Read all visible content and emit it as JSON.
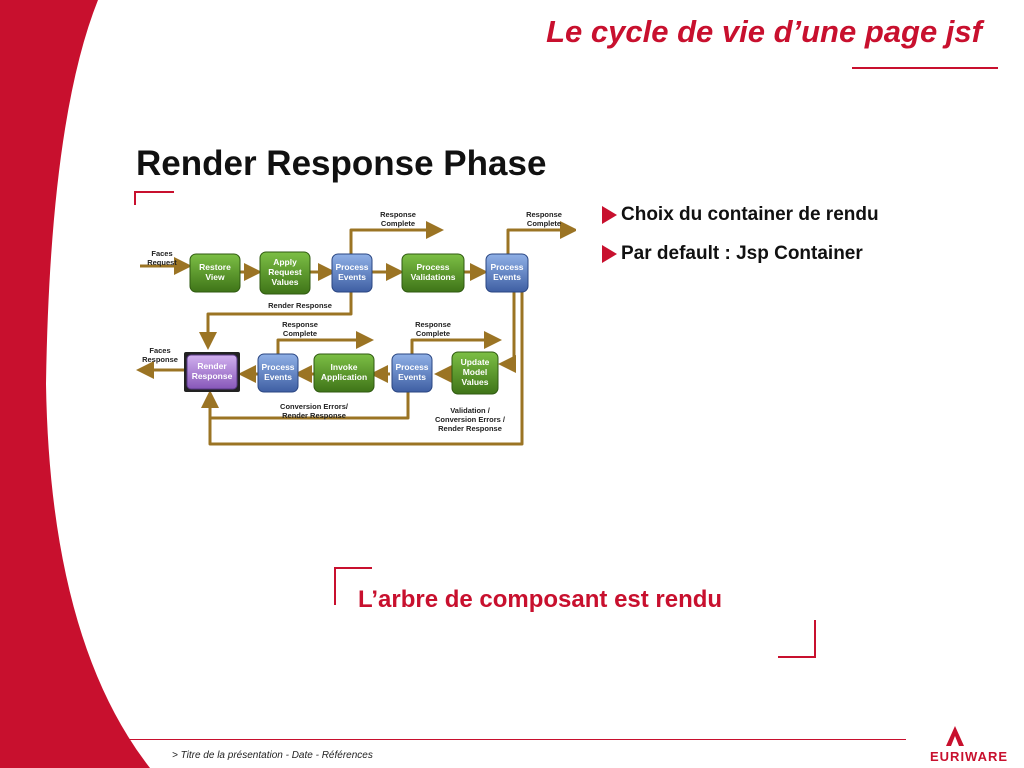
{
  "slide": {
    "title": "Le cycle de vie d’une page jsf",
    "heading": "Render Response Phase",
    "callout": "L’arbre de composant est rendu",
    "footer": "> Titre de la présentation - Date - Références",
    "brand": "EURIWARE"
  },
  "bullets": [
    "Choix du container de rendu",
    "Par default : Jsp Container"
  ],
  "diagram": {
    "boxes": {
      "restore_view": [
        "Restore",
        "View"
      ],
      "apply_request": [
        "Apply",
        "Request",
        "Values"
      ],
      "process_events_1": [
        "Process",
        "Events"
      ],
      "process_validations": [
        "Process",
        "Validations"
      ],
      "process_events_2": [
        "Process",
        "Events"
      ],
      "render_response": [
        "Render",
        "Response"
      ],
      "process_events_3": [
        "Process",
        "Events"
      ],
      "invoke_application": [
        "Invoke",
        "Application"
      ],
      "process_events_4": [
        "Process",
        "Events"
      ],
      "update_model": [
        "Update",
        "Model",
        "Values"
      ]
    },
    "labels": {
      "faces_request": [
        "Faces",
        "Request"
      ],
      "faces_response": [
        "Faces",
        "Response"
      ],
      "response_complete_1": [
        "Response",
        "Complete"
      ],
      "response_complete_2": [
        "Response",
        "Complete"
      ],
      "response_complete_3": [
        "Response",
        "Complete"
      ],
      "response_complete_4": [
        "Response",
        "Complete"
      ],
      "render_response_label": [
        "Render Response"
      ],
      "conversion_errors": [
        "Conversion Errors/",
        "Render Response"
      ],
      "validation_errors": [
        "Validation /",
        "Conversion Errors /",
        "Render Response"
      ]
    }
  },
  "colors": {
    "brand_red": "#c8102e",
    "arrow_brown": "#9b7424",
    "box_green": "#4e8a22",
    "box_blue": "#4f72b8",
    "box_purple": "#9b6ac8"
  }
}
